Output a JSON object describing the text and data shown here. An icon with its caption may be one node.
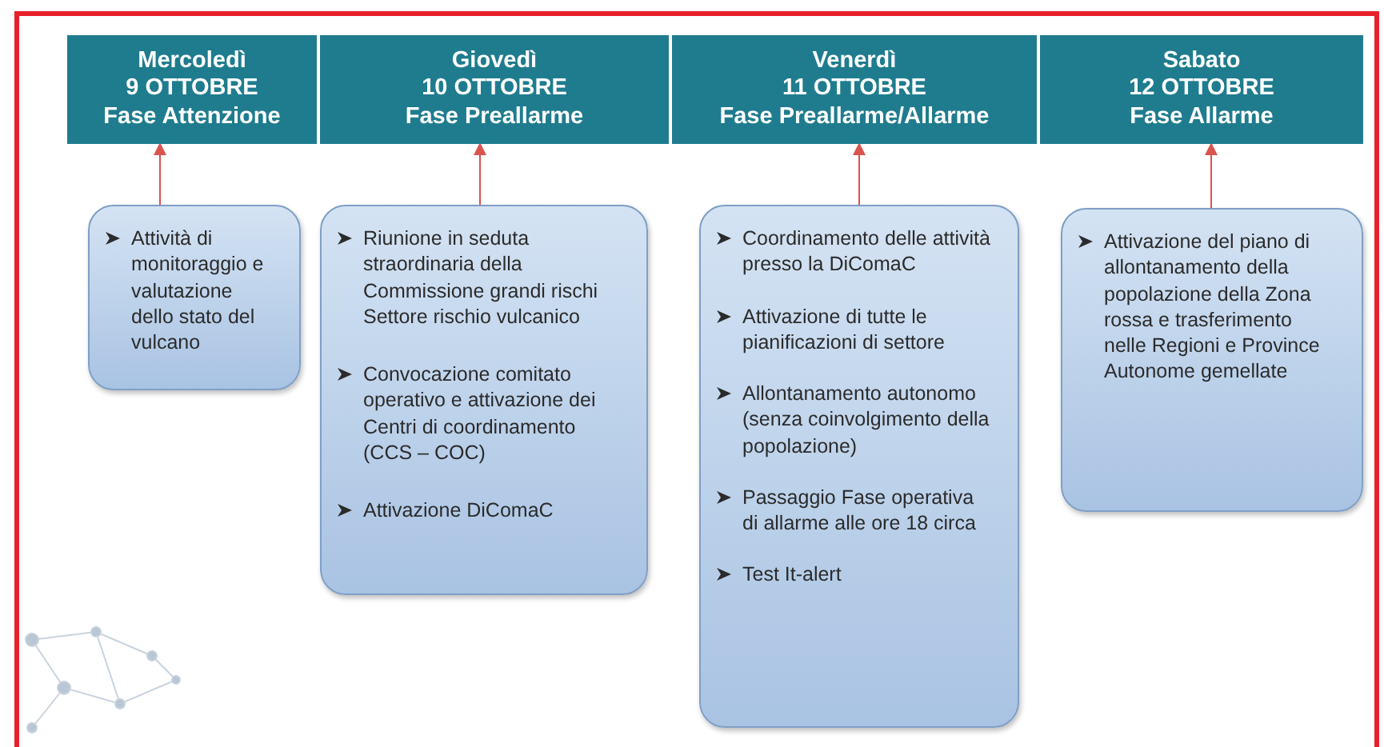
{
  "diagram": {
    "nodes": [
      {
        "text": [
          "Mercoledì",
          "9 OTTOBRE",
          "Fase Attenzione"
        ]
      },
      {
        "text": [
          "Giovedì",
          "10 OTTOBRE",
          "Fase Preallarme"
        ]
      },
      {
        "text": [
          "Venerdì",
          "11 OTTOBRE",
          "Fase Preallarme/Allarme"
        ]
      },
      {
        "text": [
          "Sabato",
          "12 OTTOBRE",
          "Fase Allarme"
        ]
      },
      {
        "text": [
          "Attività di monitoraggio e valutazione dello stato del vulcano"
        ]
      },
      {
        "text": [
          "Riunione in seduta straordinaria della Commissione grandi rischi Settore rischio vulcanico",
          "Convocazione comitato operativo e attivazione dei Centri di coordinamento (CCS – COC)",
          "Attivazione DiComaC"
        ]
      },
      {
        "text": [
          "Coordinamento delle attività presso la DiComaC",
          "Attivazione di tutte le pianificazioni di settore",
          "Allontanamento autonomo (senza coinvolgimento della popolazione)",
          "Passaggio Fase operativa di allarme alle ore 18 circa",
          "Test It-alert"
        ]
      },
      {
        "text": [
          "Attivazione del piano di allontanamento della popolazione della Zona rossa e trasferimento nelle Regioni e Province Autonome gemellate"
        ]
      }
    ],
    "edges": [
      {
        "from": 4,
        "to": 0,
        "arrow": "to"
      },
      {
        "from": 5,
        "to": 1,
        "arrow": "to"
      },
      {
        "from": 6,
        "to": 2,
        "arrow": "to"
      },
      {
        "from": 7,
        "to": 3,
        "arrow": "to"
      }
    ]
  }
}
